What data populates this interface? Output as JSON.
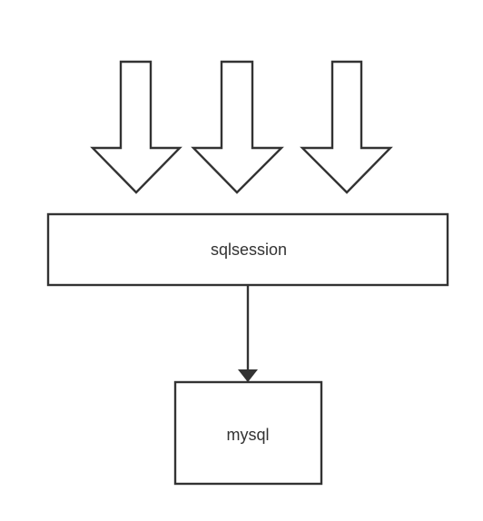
{
  "diagram": {
    "nodes": {
      "session": {
        "label": "sqlsession"
      },
      "db": {
        "label": "mysql"
      }
    },
    "incoming_arrows": [
      {
        "id": "request-1"
      },
      {
        "id": "request-2"
      },
      {
        "id": "request-3"
      }
    ],
    "edges": [
      {
        "from": "session",
        "to": "db"
      }
    ],
    "colors": {
      "stroke": "#333333",
      "fill": "#ffffff",
      "text": "#333333"
    }
  }
}
